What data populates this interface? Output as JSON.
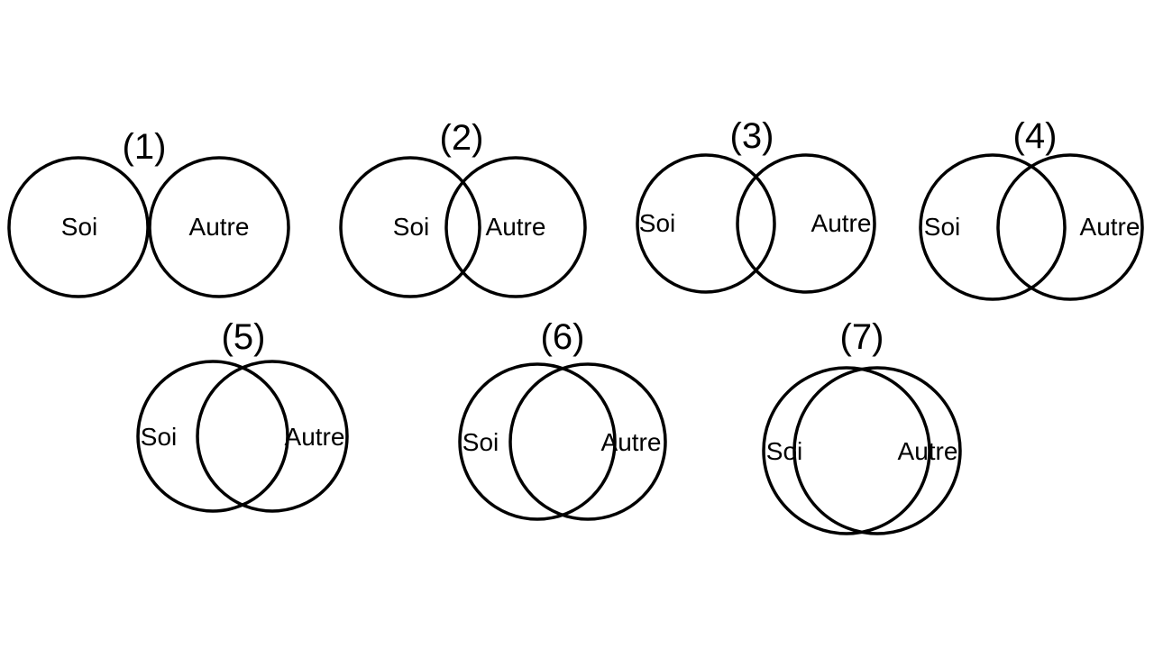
{
  "diagrams": [
    {
      "number": "(1)",
      "self_label": "Soi",
      "other_label": "Autre"
    },
    {
      "number": "(2)",
      "self_label": "Soi",
      "other_label": "Autre"
    },
    {
      "number": "(3)",
      "self_label": "Soi",
      "other_label": "Autre"
    },
    {
      "number": "(4)",
      "self_label": "Soi",
      "other_label": "Autre"
    },
    {
      "number": "(5)",
      "self_label": "Soi",
      "other_label": "Autre"
    },
    {
      "number": "(6)",
      "self_label": "Soi",
      "other_label": "Autre"
    },
    {
      "number": "(7)",
      "self_label": "Soi",
      "other_label": "Autre"
    }
  ],
  "colors": {
    "stroke": "#000000",
    "background": "#ffffff"
  }
}
